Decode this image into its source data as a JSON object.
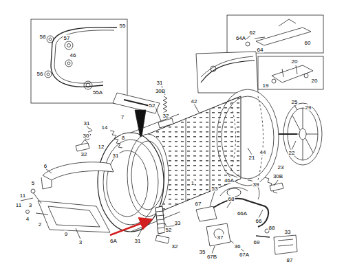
{
  "diagram": {
    "labels": [
      "55",
      "58",
      "57",
      "46",
      "56",
      "55A",
      "64A",
      "62",
      "64",
      "60",
      "20",
      "19",
      "20",
      "31",
      "30B",
      "52",
      "32",
      "7",
      "14",
      "31",
      "30",
      "32",
      "12",
      "31",
      "8",
      "42",
      "25",
      "29",
      "21",
      "44",
      "22",
      "23",
      "6",
      "5",
      "11",
      "3",
      "4",
      "2",
      "11",
      "3",
      "9",
      "6A",
      "31",
      "52",
      "32",
      "33",
      "1",
      "53",
      "46A",
      "39",
      "30B",
      "68",
      "67",
      "66A",
      "66",
      "37",
      "35",
      "36",
      "67B",
      "67A",
      "88",
      "33",
      "69",
      "87"
    ]
  }
}
